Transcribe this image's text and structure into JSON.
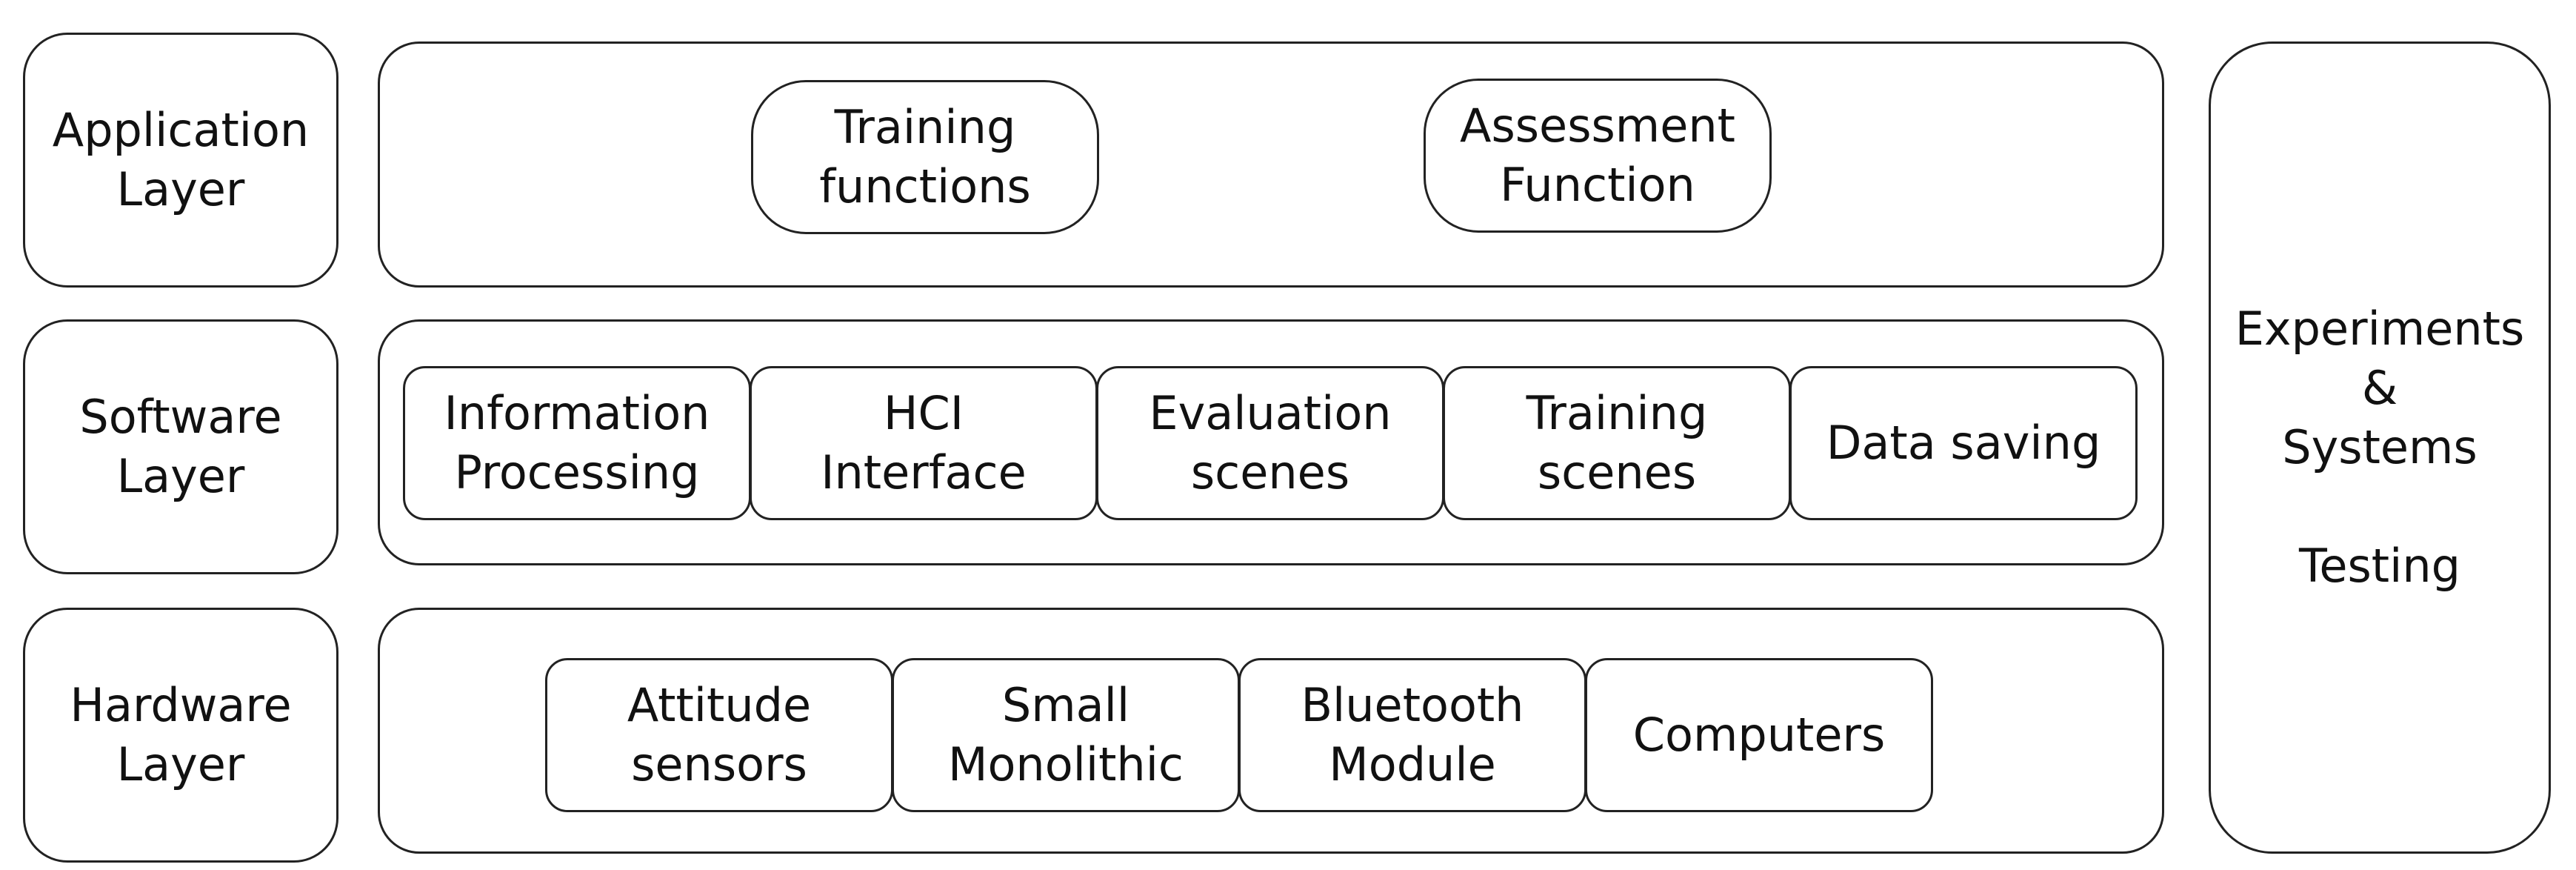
{
  "diagram": {
    "side_panel": {
      "label": "Experiments\n&\nSystems\n\nTesting"
    },
    "layers": [
      {
        "label": "Application\nLayer",
        "items": [
          "Training\nfunctions",
          "Assessment\nFunction"
        ]
      },
      {
        "label": "Software\nLayer",
        "items": [
          "Information\nProcessing",
          "HCI\nInterface",
          "Evaluation\nscenes",
          "Training\nscenes",
          "Data saving"
        ]
      },
      {
        "label": "Hardware\nLayer",
        "items": [
          "Attitude\nsensors",
          "Small\nMonolithic",
          "Bluetooth\nModule",
          "Computers"
        ]
      }
    ]
  }
}
